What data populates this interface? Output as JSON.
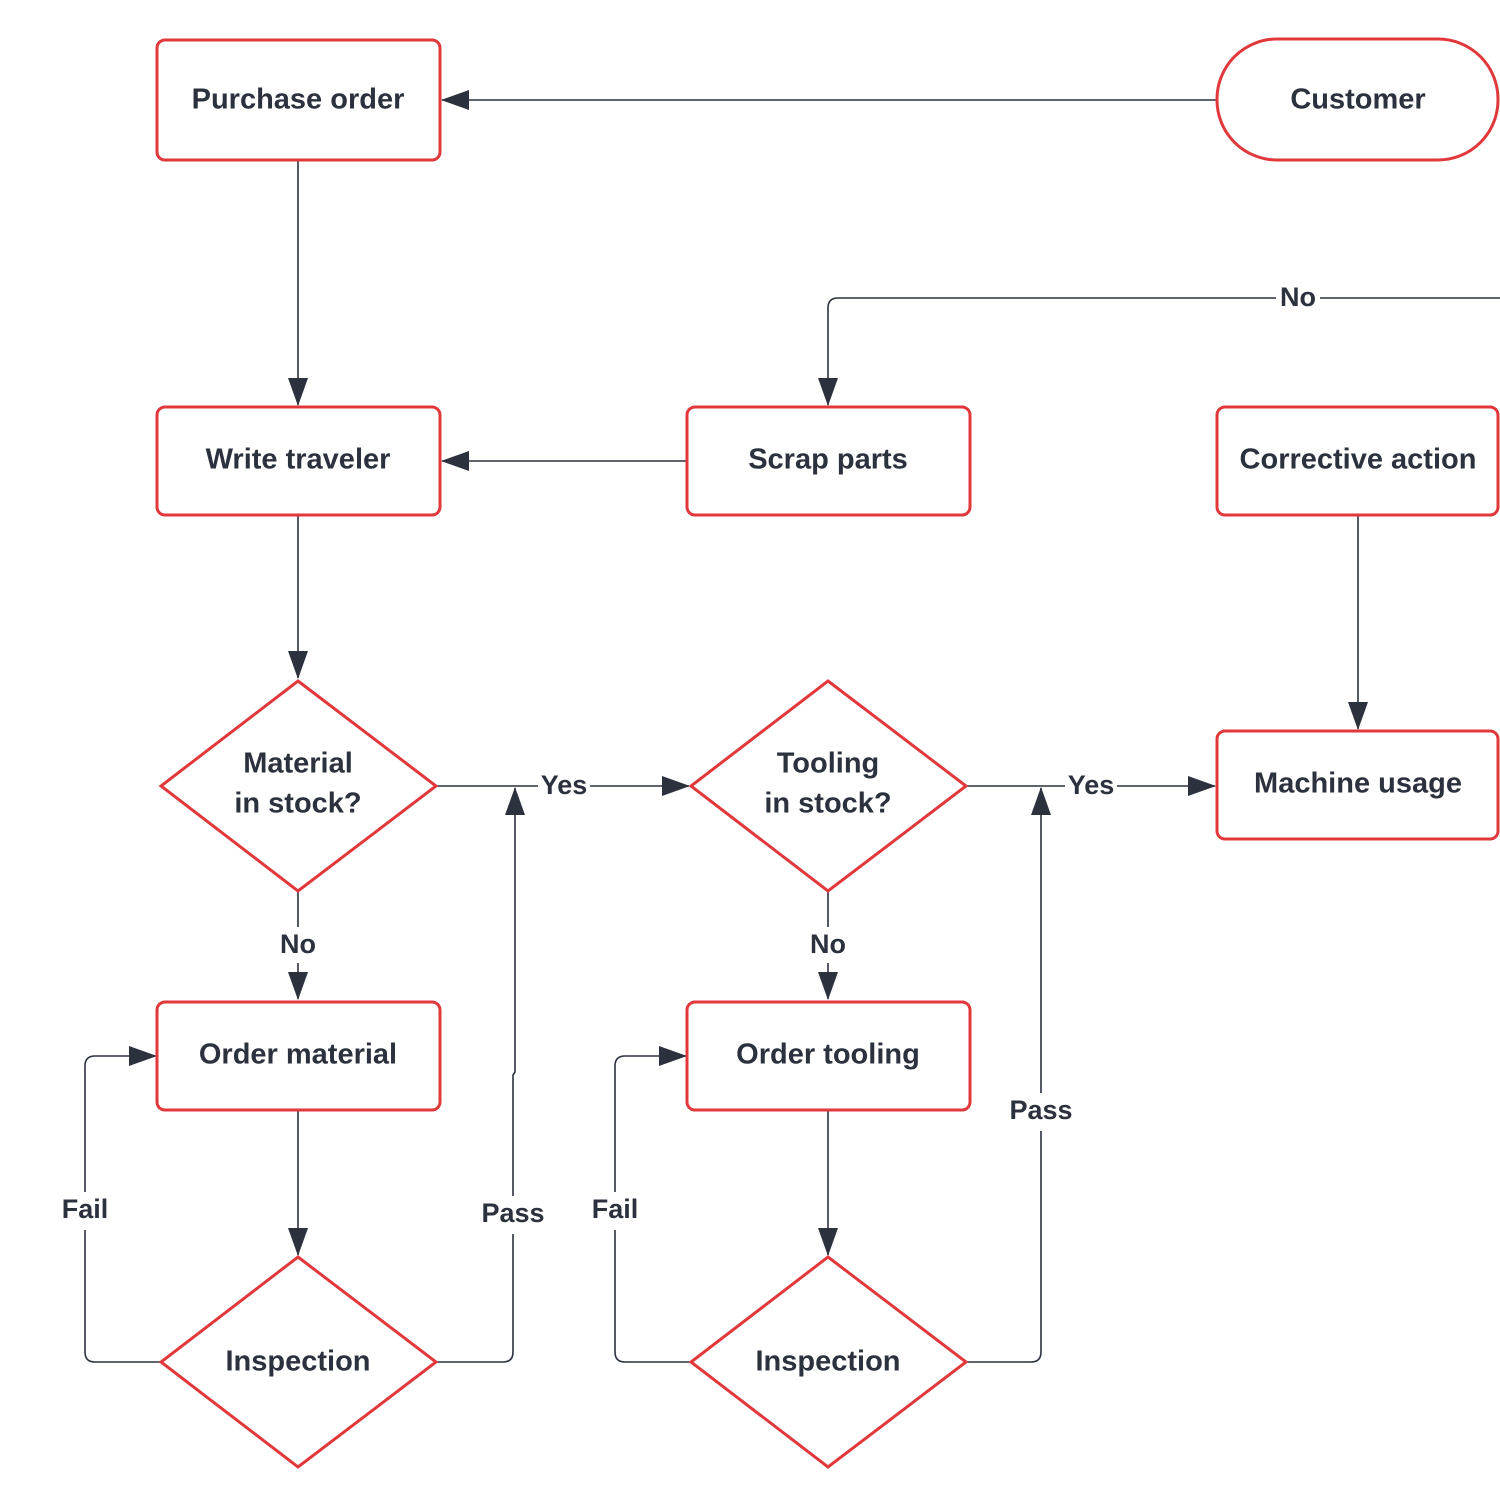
{
  "colors": {
    "node_border": "#e0383b",
    "node_fill": "#ffffff",
    "text": "#2b313d",
    "connector": "#2b313d"
  },
  "nodes": {
    "purchase_order": "Purchase order",
    "customer": "Customer",
    "write_traveler": "Write traveler",
    "scrap_parts": "Scrap parts",
    "corrective_action": "Corrective action",
    "material_in_stock": [
      "Material",
      "in stock?"
    ],
    "tooling_in_stock": [
      "Tooling",
      "in stock?"
    ],
    "machine_usage": "Machine usage",
    "order_material": "Order material",
    "order_tooling": "Order tooling",
    "inspection_material": "Inspection",
    "inspection_tooling": "Inspection"
  },
  "edge_labels": {
    "no_scrap": "No",
    "yes_material": "Yes",
    "yes_tooling": "Yes",
    "no_material": "No",
    "no_tooling": "No",
    "fail_material": "Fail",
    "pass_material": "Pass",
    "fail_tooling": "Fail",
    "pass_tooling": "Pass"
  }
}
